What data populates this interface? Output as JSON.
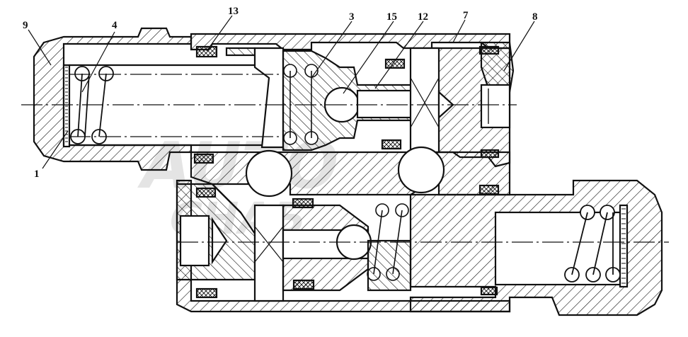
{
  "callouts": {
    "c1": "1",
    "c3": "3",
    "c4": "4",
    "c7": "7",
    "c8": "8",
    "c9": "9",
    "c12": "12",
    "c13": "13",
    "c15": "15"
  },
  "watermark": {
    "line1": "AUTO",
    "line2": "СНАБ"
  },
  "colors": {
    "ink": "#111111",
    "watermark": "#e4e4e4",
    "background": "#ffffff"
  }
}
